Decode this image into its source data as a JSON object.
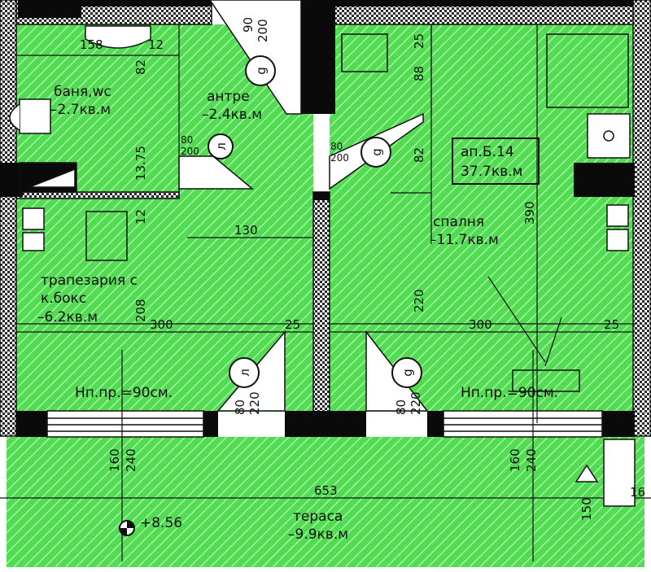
{
  "apartment": {
    "id_label": "ап.Б.14",
    "area_label": "37.7кв.м"
  },
  "rooms": {
    "bathroom": {
      "name": "баня,wc",
      "area": "–2.7кв.м"
    },
    "hall": {
      "name": "антре",
      "area": "–2.4кв.м"
    },
    "dining": {
      "name_line1": "трапезария с",
      "name_line2": "к.бокс",
      "area": "–6.2кв.м"
    },
    "bedroom": {
      "name": "спалня",
      "area": "–11.7кв.м"
    },
    "terrace": {
      "name": "тераса",
      "area": "–9.9кв.м"
    }
  },
  "door_marks": {
    "d": "g",
    "l": "л"
  },
  "level": {
    "elevation": "+8.56"
  },
  "windows": {
    "sill_left": "Нп.пр.=90см.",
    "sill_right": "Нп.пр.=90см."
  },
  "dimensions": {
    "entry_door_w": "90",
    "entry_door_h": "200",
    "hall_door_w": "80",
    "hall_door_h": "200",
    "bed_door_w": "80",
    "bed_door_h": "200",
    "bath_width": "158",
    "bath_12": "12",
    "bath_82": "82",
    "bath_375": "13.75",
    "kitchen_12": "12",
    "hall_130": "130",
    "dining_208": "208",
    "dining_300": "300",
    "dining_25": "25",
    "bed_300": "300",
    "bed_25": "25",
    "closet_25": "25",
    "closet_88": "88",
    "bed_82": "82",
    "bed_390": "390",
    "bed_220": "220",
    "bal_door_l_w": "80",
    "bal_door_l_h": "220",
    "bal_door_r_w": "80",
    "bal_door_r_h": "220",
    "win_l_160": "160",
    "win_l_240": "240",
    "win_r_160": "160",
    "win_r_240": "240",
    "terrace_653": "653",
    "terrace_150": "150",
    "terrace_16": "16"
  }
}
